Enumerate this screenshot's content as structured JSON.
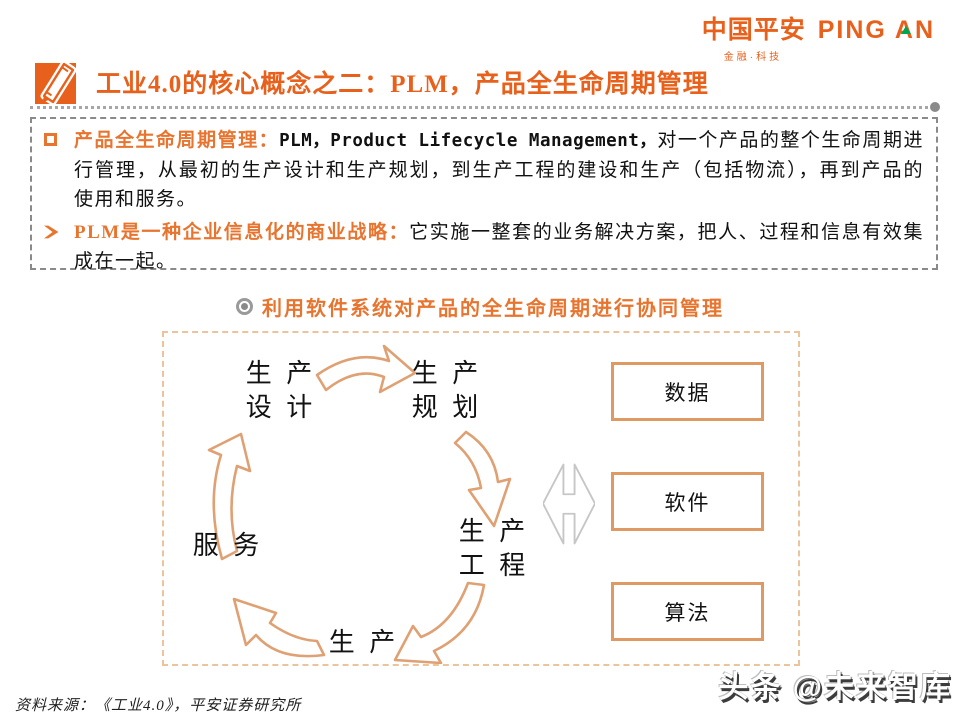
{
  "logo": {
    "cn": "中国平安",
    "en": "PING AN",
    "tagline": "金融·科技"
  },
  "header": {
    "title": "工业4.0的核心概念之二：PLM，产品全生命周期管理"
  },
  "infobox": {
    "bullets": [
      {
        "lead": "产品全生命周期管理：",
        "emphasis": "PLM，Product Lifecycle Management，",
        "body": "对一个产品的整个生命周期进行管理，从最初的生产设计和生产规划，到生产工程的建设和生产（包括物流），再到产品的使用和服务。"
      },
      {
        "lead": "PLM是一种企业信息化的商业战略：",
        "emphasis": "",
        "body": "它实施一整套的业务解决方案，把人、过程和信息有效集成在一起。"
      }
    ]
  },
  "subtitle": "利用软件系统对产品的全生命周期进行协同管理",
  "diagram": {
    "cycle_nodes": [
      {
        "id": "design",
        "lines": [
          "生 产",
          "设 计"
        ]
      },
      {
        "id": "planning",
        "lines": [
          "生 产",
          "规 划"
        ]
      },
      {
        "id": "engineering",
        "lines": [
          "生 产",
          "工 程"
        ]
      },
      {
        "id": "production",
        "lines": [
          "生 产"
        ]
      },
      {
        "id": "service",
        "lines": [
          "服 务"
        ]
      }
    ],
    "side_boxes": [
      {
        "label": "数据"
      },
      {
        "label": "软件"
      },
      {
        "label": "算法"
      }
    ]
  },
  "footer": {
    "source": "资料来源：《工业4.0》，平安证券研究所",
    "watermark": "头条 @未来智库"
  },
  "colors": {
    "accent": "#E8611C",
    "bullet_lead": "#E8752F",
    "diagram_arrow": "#DFA173",
    "side_box_border": "#DE9A62",
    "logo_green": "#00A550"
  }
}
